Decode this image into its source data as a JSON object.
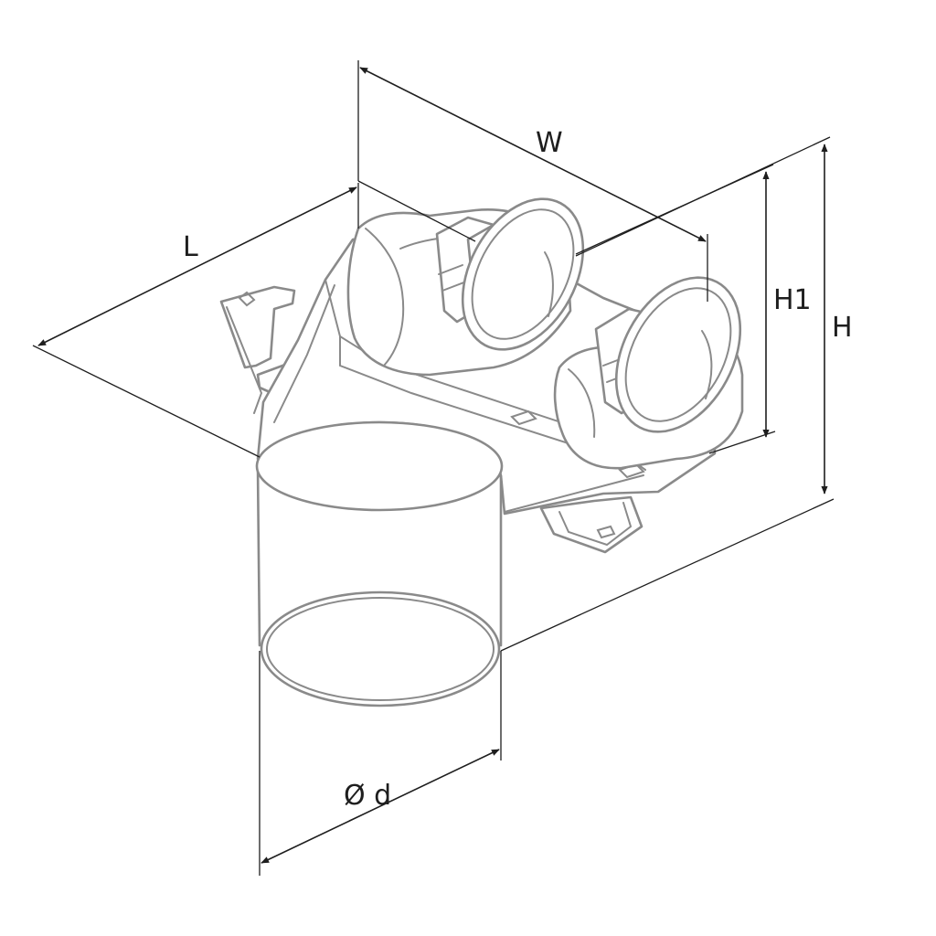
{
  "diagram": {
    "dimensions": {
      "length_label": "L",
      "width_label": "W",
      "height1_label": "H1",
      "height_label": "H",
      "diameter_label": "Ø d"
    },
    "colors": {
      "outline": "#8a8a8a",
      "dimension_lines": "#1e1e1e",
      "background": "#ffffff"
    }
  }
}
